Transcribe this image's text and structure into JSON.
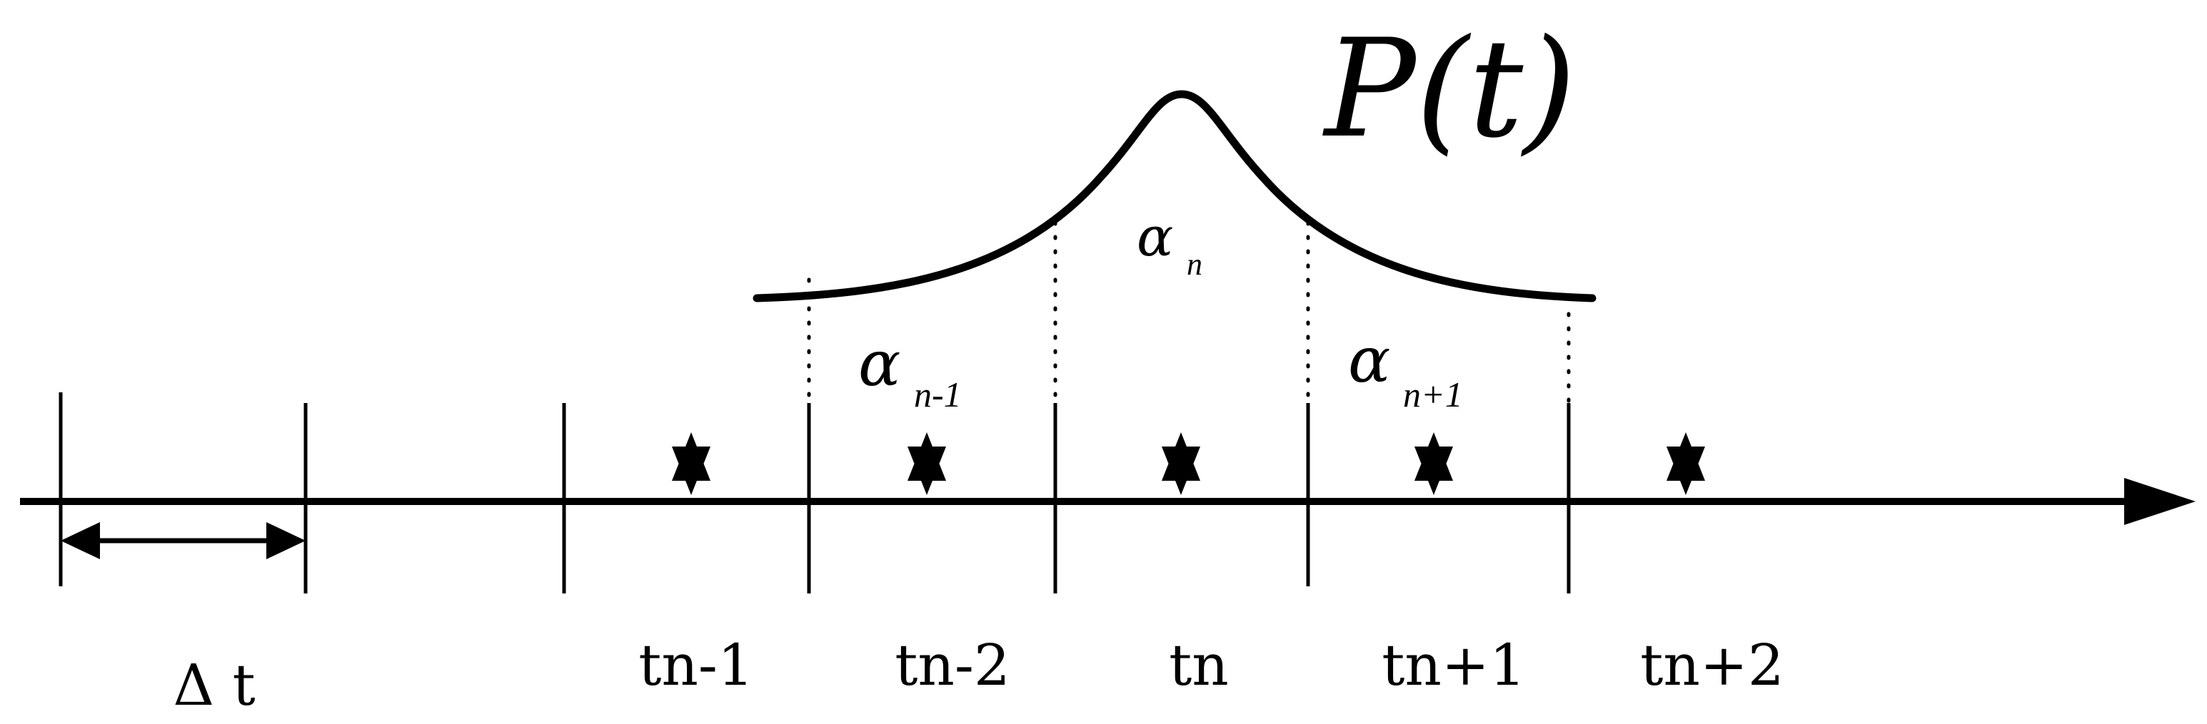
{
  "title": "P(t)",
  "interval_label": "Δ t",
  "time_labels": [
    "tn-1",
    "tn-2",
    "tn",
    "tn+1",
    "tn+2"
  ],
  "alpha_labels": [
    {
      "symbol": "α",
      "sub": "n-1"
    },
    {
      "symbol": "α",
      "sub": "n"
    },
    {
      "symbol": "α",
      "sub": "n+1"
    }
  ],
  "marker_icon": "six-point-star-icon",
  "colors": {
    "ink": "#000000",
    "background": "#ffffff"
  }
}
